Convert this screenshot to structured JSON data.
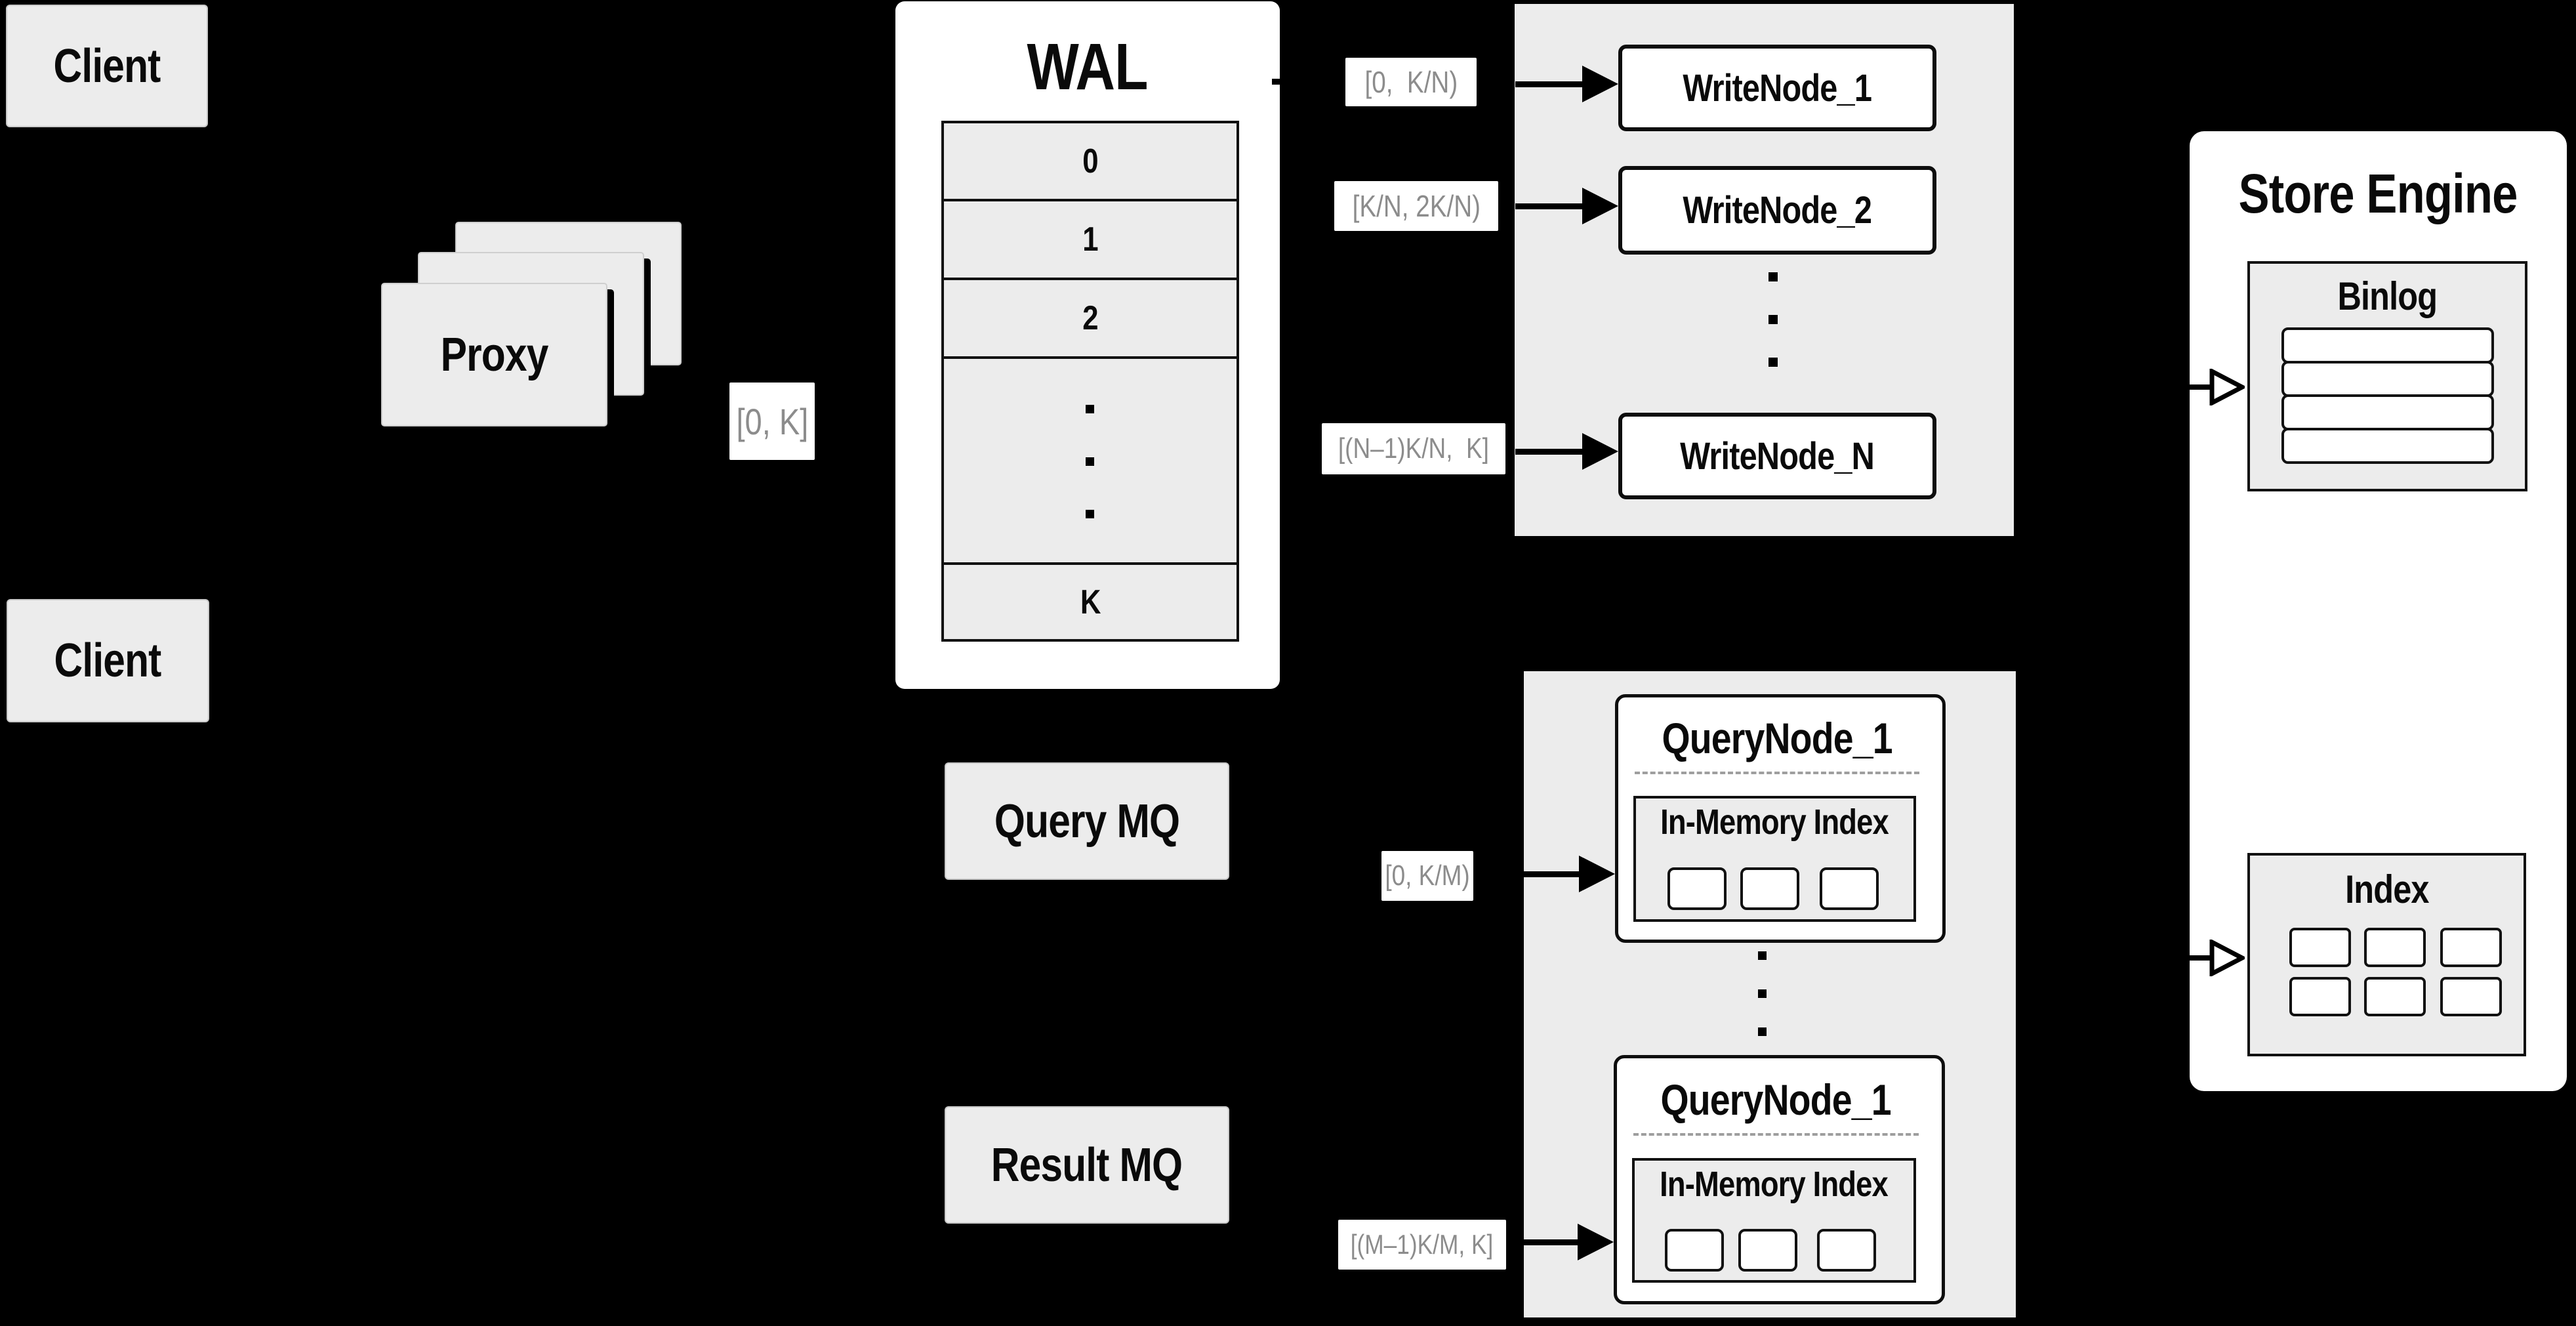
{
  "clients": {
    "top": "Client",
    "bottom": "Client"
  },
  "proxy": {
    "label": "Proxy"
  },
  "wal": {
    "title": "WAL",
    "rows": [
      "0",
      "1",
      "2",
      "K"
    ]
  },
  "write_cluster": {
    "nodes": [
      "WriteNode_1",
      "WriteNode_2",
      "WriteNode_N"
    ]
  },
  "mq": {
    "query": "Query MQ",
    "result": "Result MQ"
  },
  "query_cluster": {
    "nodes": [
      {
        "title": "QueryNode_1",
        "index_title": "In-Memory Index"
      },
      {
        "title": "QueryNode_1",
        "index_title": "In-Memory Index"
      }
    ]
  },
  "store_engine": {
    "title": "Store Engine",
    "binlog_title": "Binlog",
    "index_title": "Index"
  },
  "range_labels": {
    "full": "[0, K]",
    "w1": "[0,  K/N)",
    "w2": "[K/N, 2K/N)",
    "wn": "[(N–1)K/N,  K]",
    "q1": "[0, K/M)",
    "qm": "[(M–1)K/M, K]"
  },
  "colors": {
    "background": "#000000",
    "panel_gray": "#ececec",
    "node_white": "#ffffff",
    "stroke": "#111111",
    "label_text": "#8c8c8c"
  }
}
